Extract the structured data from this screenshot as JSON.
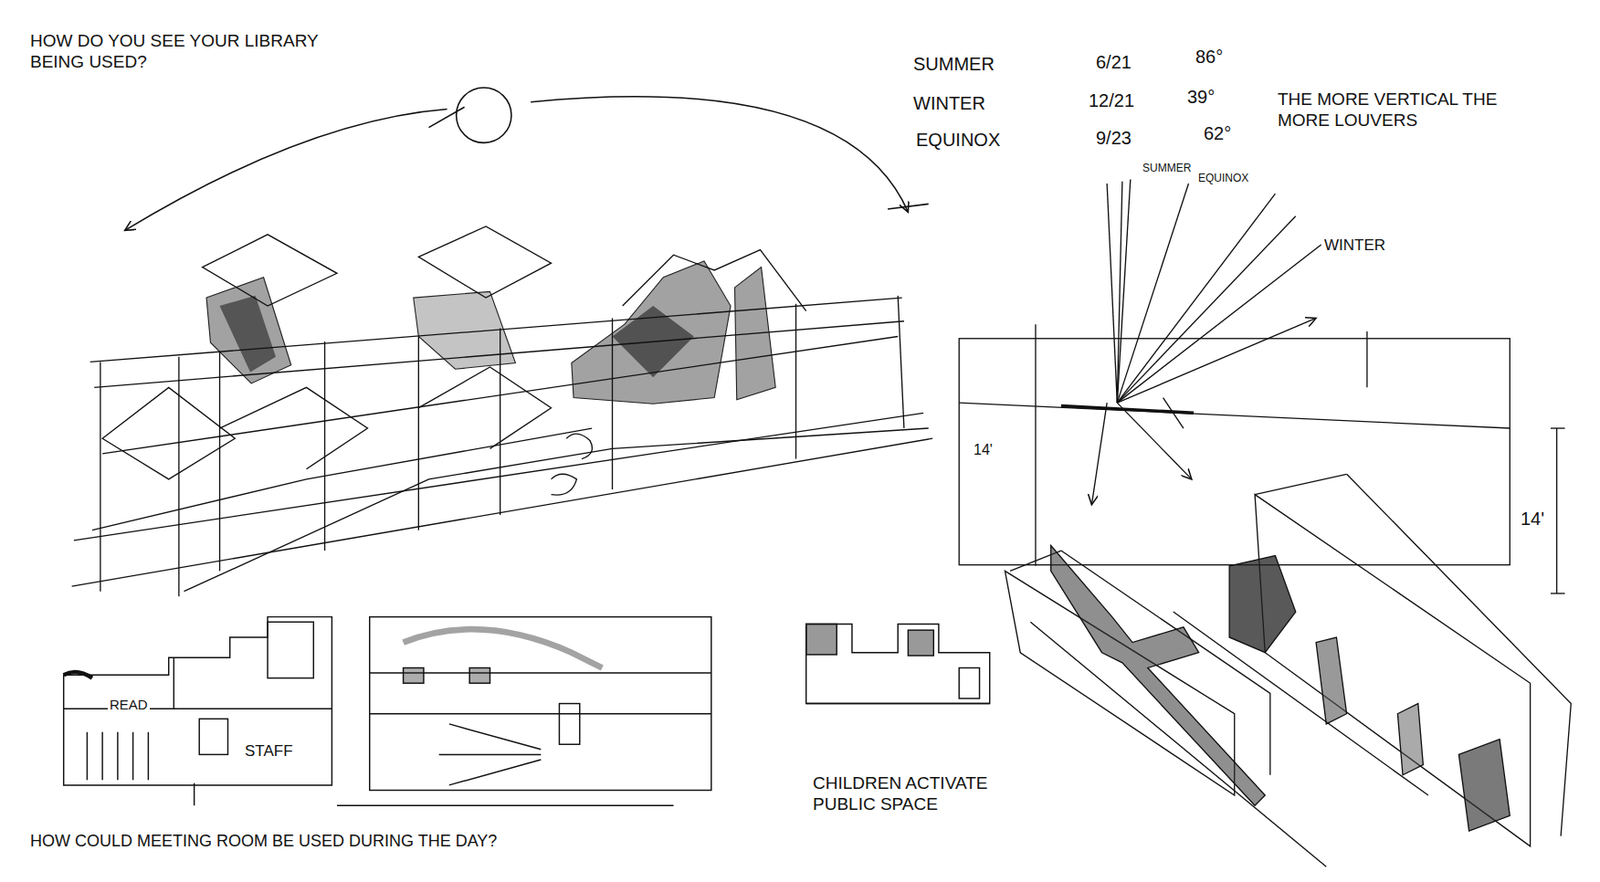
{
  "diagram": {
    "labels": [
      "HOW DO YOU SEE YOUR LIBRARY BEING USED?",
      "SUMMER",
      "6/21",
      "86°",
      "WINTER",
      "12/21",
      "39°",
      "EQUINOX",
      "9/23",
      "62°",
      "THE MORE VERTICAL THE MORE LOUVERS",
      "SUMMER",
      "EQUINOX",
      "WINTER",
      "14'",
      "14'",
      "READ",
      "STAFF",
      "CHILDREN ACTIVATE PUBLIC SPACE",
      "HOW COULD MEETING ROOM BE USED DURING THE DAY?"
    ]
  }
}
